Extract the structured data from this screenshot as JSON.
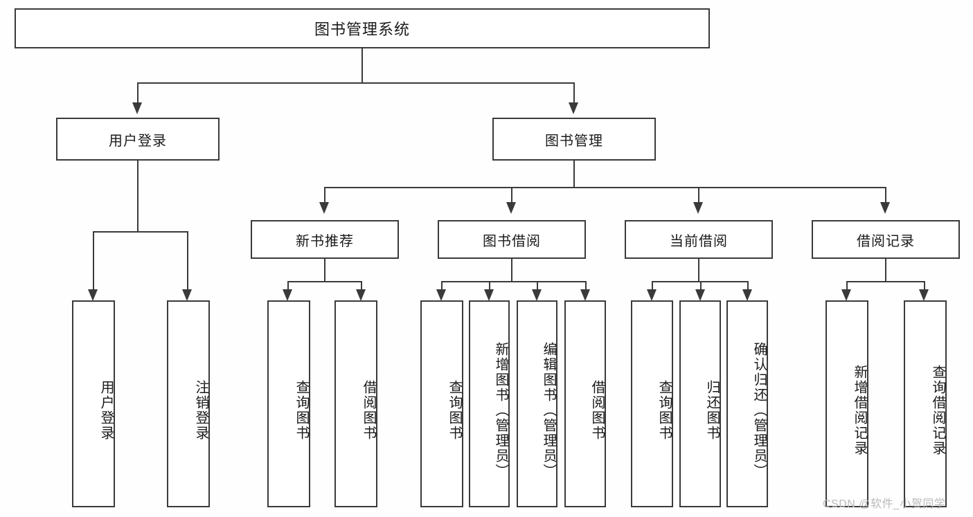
{
  "diagram": {
    "title": "图书管理系统",
    "type": "tree-hierarchy-chart",
    "watermark": "CSDN @软件_小贺同学",
    "colors": {
      "background": "#fefefe",
      "box_fill": "#ffffff",
      "line": "#3a3a3a",
      "text": "#1a1a1a",
      "watermark": "#b9b9b9"
    }
  },
  "root": {
    "label": "图书管理系统"
  },
  "level2": [
    {
      "id": "user-login",
      "label": "用户登录"
    },
    {
      "id": "book-management",
      "label": "图书管理"
    }
  ],
  "level3": [
    {
      "id": "new-book-recommend",
      "label": "新书推荐"
    },
    {
      "id": "book-borrow",
      "label": "图书借阅"
    },
    {
      "id": "current-borrow",
      "label": "当前借阅"
    },
    {
      "id": "borrow-record",
      "label": "借阅记录"
    }
  ],
  "leaves": {
    "user_login": [
      {
        "id": "leaf-user-login",
        "label": "用户登录"
      },
      {
        "id": "leaf-user-logout",
        "label": "注销登录"
      }
    ],
    "new_book_recommend": [
      {
        "id": "leaf-query-book-1",
        "label": "查询图书"
      },
      {
        "id": "leaf-borrow-book-1",
        "label": "借阅图书"
      }
    ],
    "book_borrow": [
      {
        "id": "leaf-query-book-2",
        "label": "查询图书"
      },
      {
        "id": "leaf-add-book",
        "label": "新增图书（管理员）"
      },
      {
        "id": "leaf-edit-book",
        "label": "编辑图书（管理员）"
      },
      {
        "id": "leaf-borrow-book-2",
        "label": "借阅图书"
      }
    ],
    "current_borrow": [
      {
        "id": "leaf-query-book-3",
        "label": "查询图书"
      },
      {
        "id": "leaf-return-book",
        "label": "归还图书"
      },
      {
        "id": "leaf-confirm-return",
        "label": "确认归还（管理员）"
      }
    ],
    "borrow_record": [
      {
        "id": "leaf-add-record",
        "label": "新增借阅记录"
      },
      {
        "id": "leaf-query-record",
        "label": "查询借阅记录"
      }
    ]
  }
}
